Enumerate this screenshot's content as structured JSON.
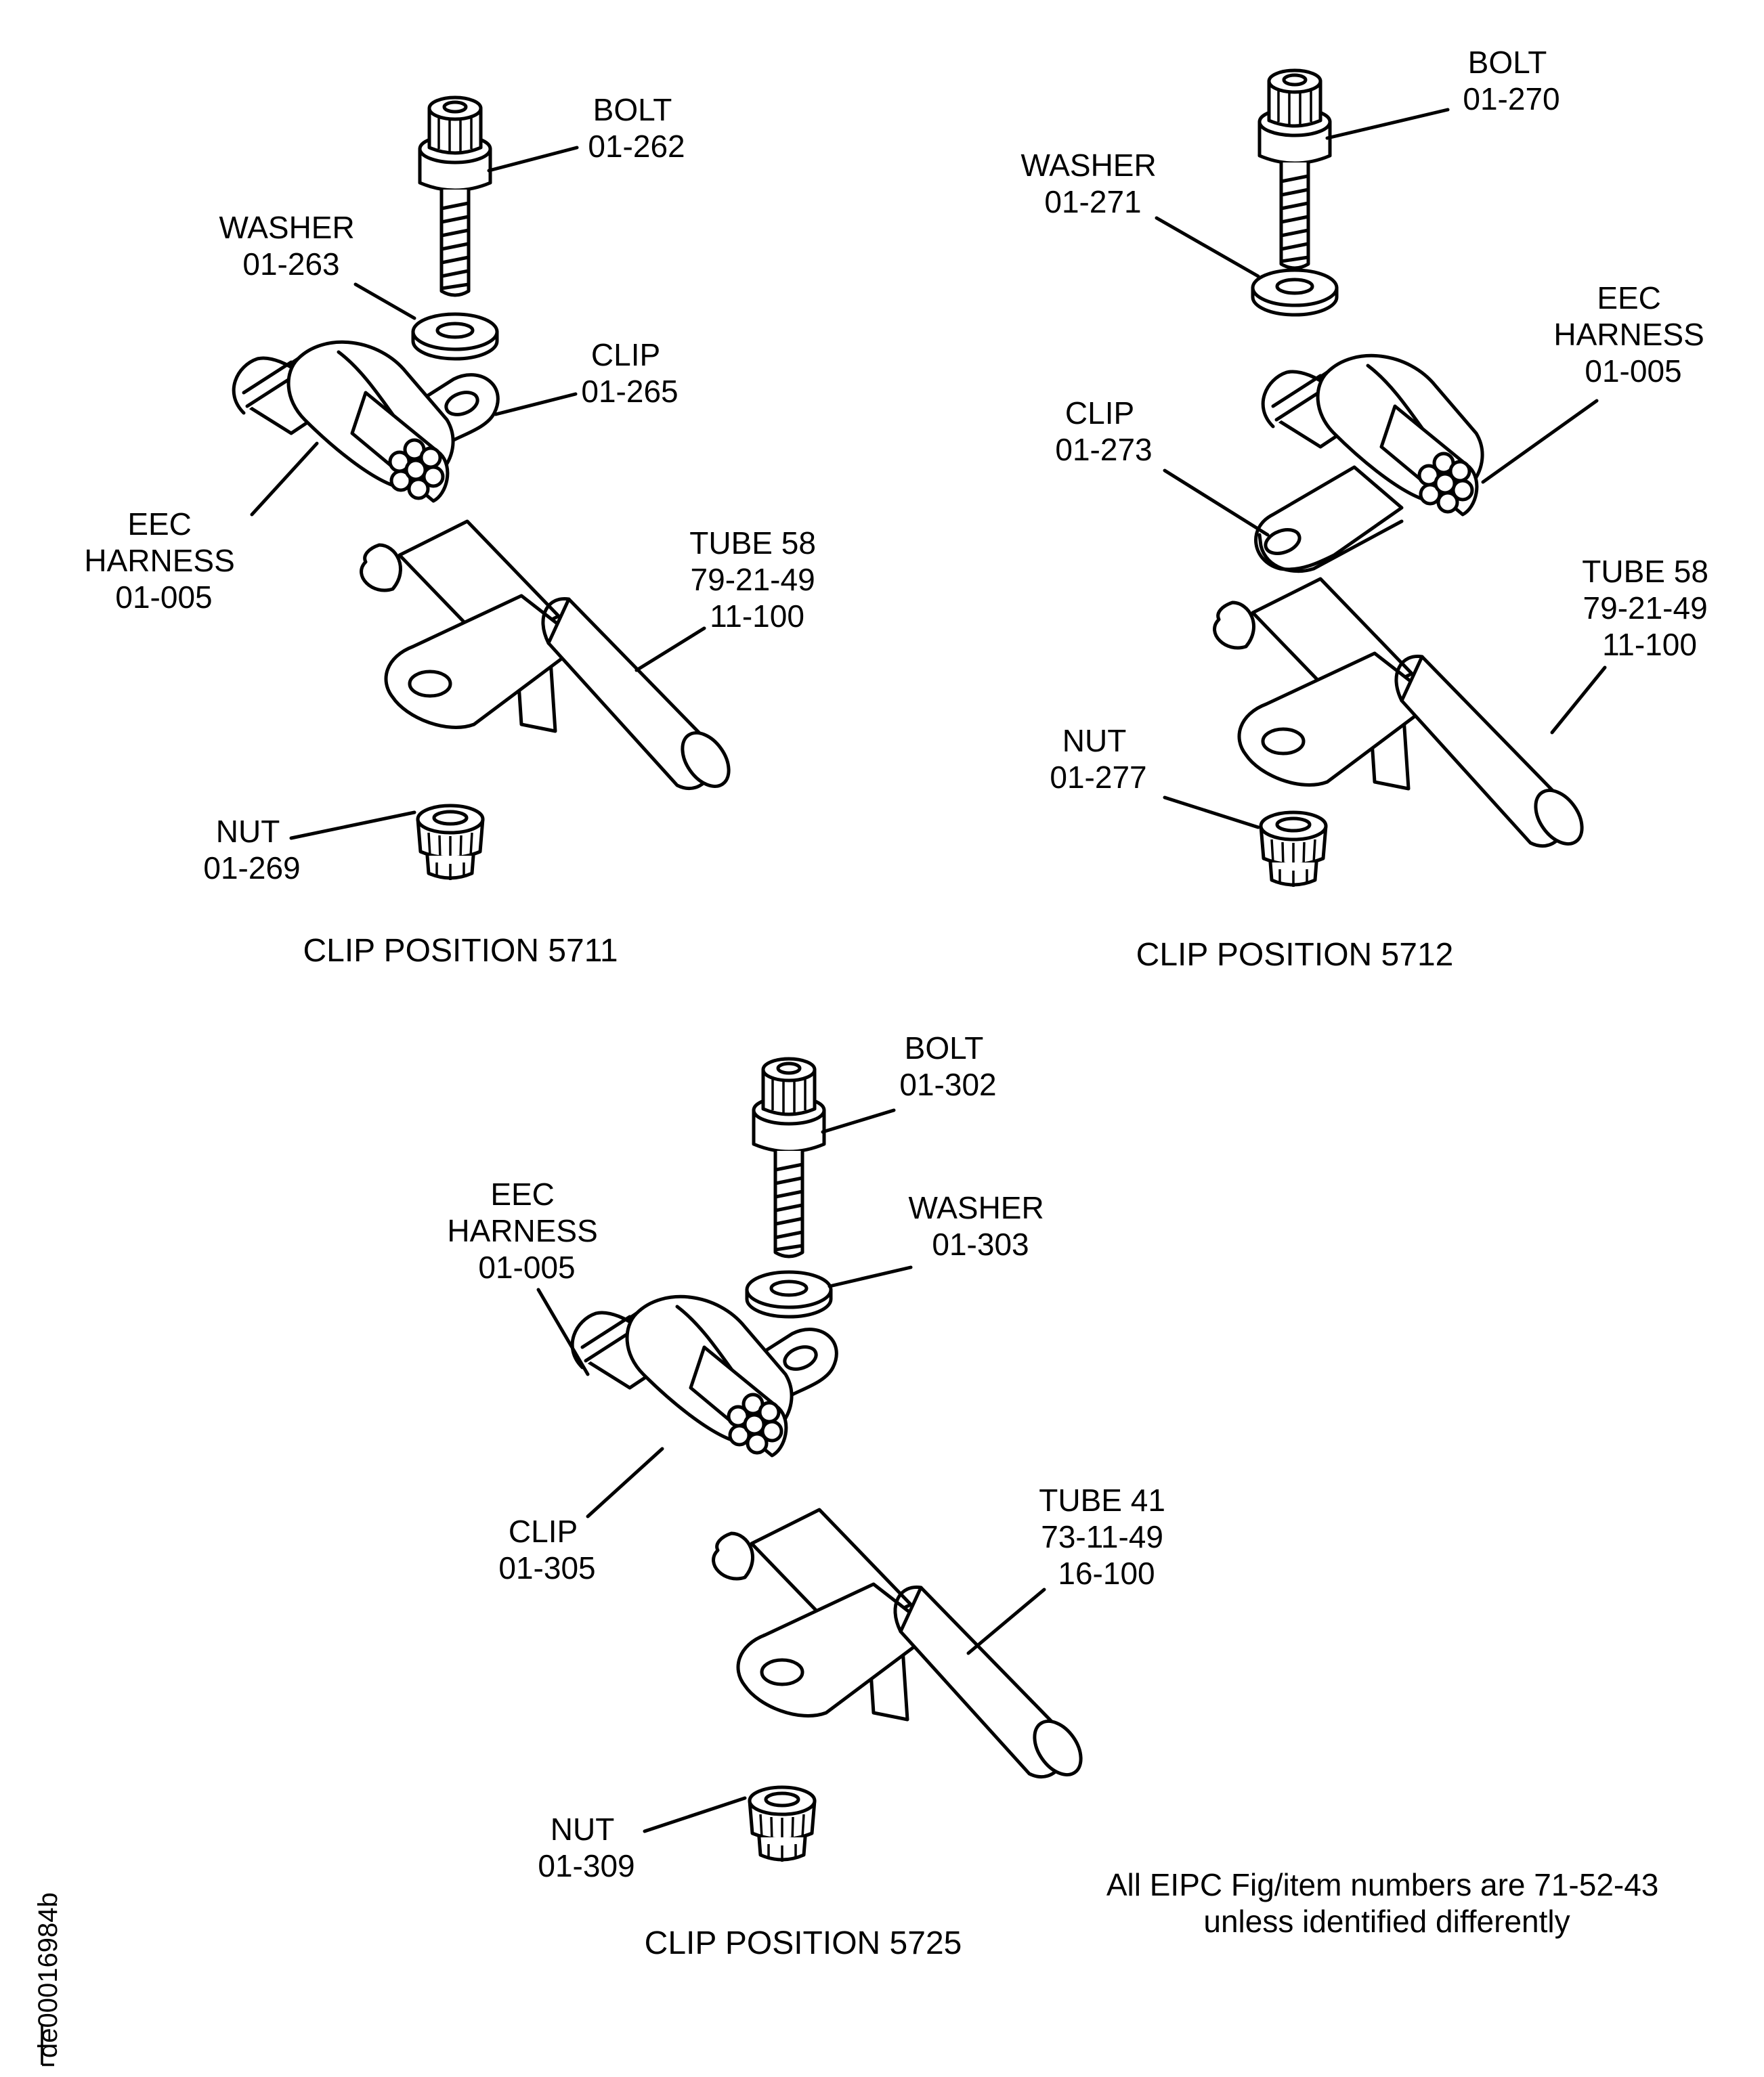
{
  "groups": [
    {
      "caption": "CLIP POSITION 5711",
      "labels": {
        "bolt": [
          "BOLT",
          "01-262"
        ],
        "washer": [
          "WASHER",
          "01-263"
        ],
        "clip": [
          "CLIP",
          "01-265"
        ],
        "harness": [
          "EEC",
          "HARNESS",
          "01-005"
        ],
        "tube": [
          "TUBE 58",
          "79-21-49",
          "11-100"
        ],
        "nut": [
          "NUT",
          "01-269"
        ]
      }
    },
    {
      "caption": "CLIP POSITION 5712",
      "labels": {
        "bolt": [
          "BOLT",
          "01-270"
        ],
        "washer": [
          "WASHER",
          "01-271"
        ],
        "harness": [
          "EEC",
          "HARNESS",
          "01-005"
        ],
        "clip": [
          "CLIP",
          "01-273"
        ],
        "tube": [
          "TUBE 58",
          "79-21-49",
          "11-100"
        ],
        "nut": [
          "NUT",
          "01-277"
        ]
      }
    },
    {
      "caption": "CLIP POSITION 5725",
      "labels": {
        "bolt": [
          "BOLT",
          "01-302"
        ],
        "harness": [
          "EEC",
          "HARNESS",
          "01-005"
        ],
        "washer": [
          "WASHER",
          "01-303"
        ],
        "clip": [
          "CLIP",
          "01-305"
        ],
        "tube": [
          "TUBE 41",
          "73-11-49",
          "16-100"
        ],
        "nut": [
          "NUT",
          "01-309"
        ]
      }
    }
  ],
  "note": [
    "All EIPC Fig/item numbers are 71-52-43",
    "unless identified differently"
  ],
  "sheet_id": "de00016984b"
}
